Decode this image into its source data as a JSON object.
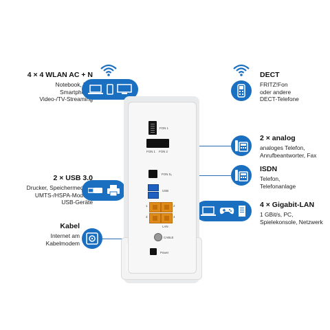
{
  "features": {
    "wlan": {
      "title": "4 × 4 WLAN AC + N",
      "lines": [
        "Notebook, PC,",
        "Smartphone,",
        "Video-/TV-Streaming"
      ]
    },
    "dect": {
      "title": "DECT",
      "lines": [
        "FRITZ!Fon",
        "oder andere",
        "DECT-Telefone"
      ]
    },
    "analog": {
      "title": "2 × analog",
      "lines": [
        "analoges Telefon,",
        "Anrufbeantworter, Fax"
      ]
    },
    "isdn": {
      "title": "ISDN",
      "lines": [
        "Telefon,",
        "Telefonanlage"
      ]
    },
    "usb": {
      "title": "2 × USB 3.0",
      "lines": [
        "Drucker, Speichermedien,",
        "UMTS-/HSPA-Modem,",
        "USB-Geräte"
      ]
    },
    "lan": {
      "title": "4 × Gigabit-LAN",
      "lines": [
        "1 GBit/s, PC,",
        "Spielekonsole, Netzwerk"
      ]
    },
    "kabel": {
      "title": "Kabel",
      "lines": [
        "Internet am",
        "Kabelmodem"
      ]
    }
  },
  "device_labels": {
    "fon1_top": "FON 1",
    "fon1": "FON 1",
    "fon2": "FON 2",
    "fon_s0": "FON S₀",
    "usb": "USB",
    "lan": "LAN",
    "cable": "CABLE",
    "power": "Power",
    "lan_num_1": "1",
    "lan_num_2": "2",
    "lan_num_3": "3",
    "lan_num_4": "4"
  },
  "colors": {
    "accent_blue": "#1b6fc0",
    "connector_line": "#2b6bb0",
    "lan_port_orange": "#e08a1a",
    "usb_port_blue": "#1f5fc0"
  },
  "icons": {
    "wlan": [
      "wifi-icon",
      "laptop-icon",
      "smartphone-icon",
      "monitor-icon"
    ],
    "dect": [
      "wifi-icon",
      "dect-handset-icon"
    ],
    "analog": [
      "desk-phone-icon"
    ],
    "isdn": [
      "desk-phone-icon"
    ],
    "usb": [
      "usb-stick-icon",
      "printer-icon"
    ],
    "lan": [
      "laptop-icon",
      "gamepad-icon",
      "server-icon"
    ],
    "kabel": [
      "coax-socket-icon"
    ]
  }
}
